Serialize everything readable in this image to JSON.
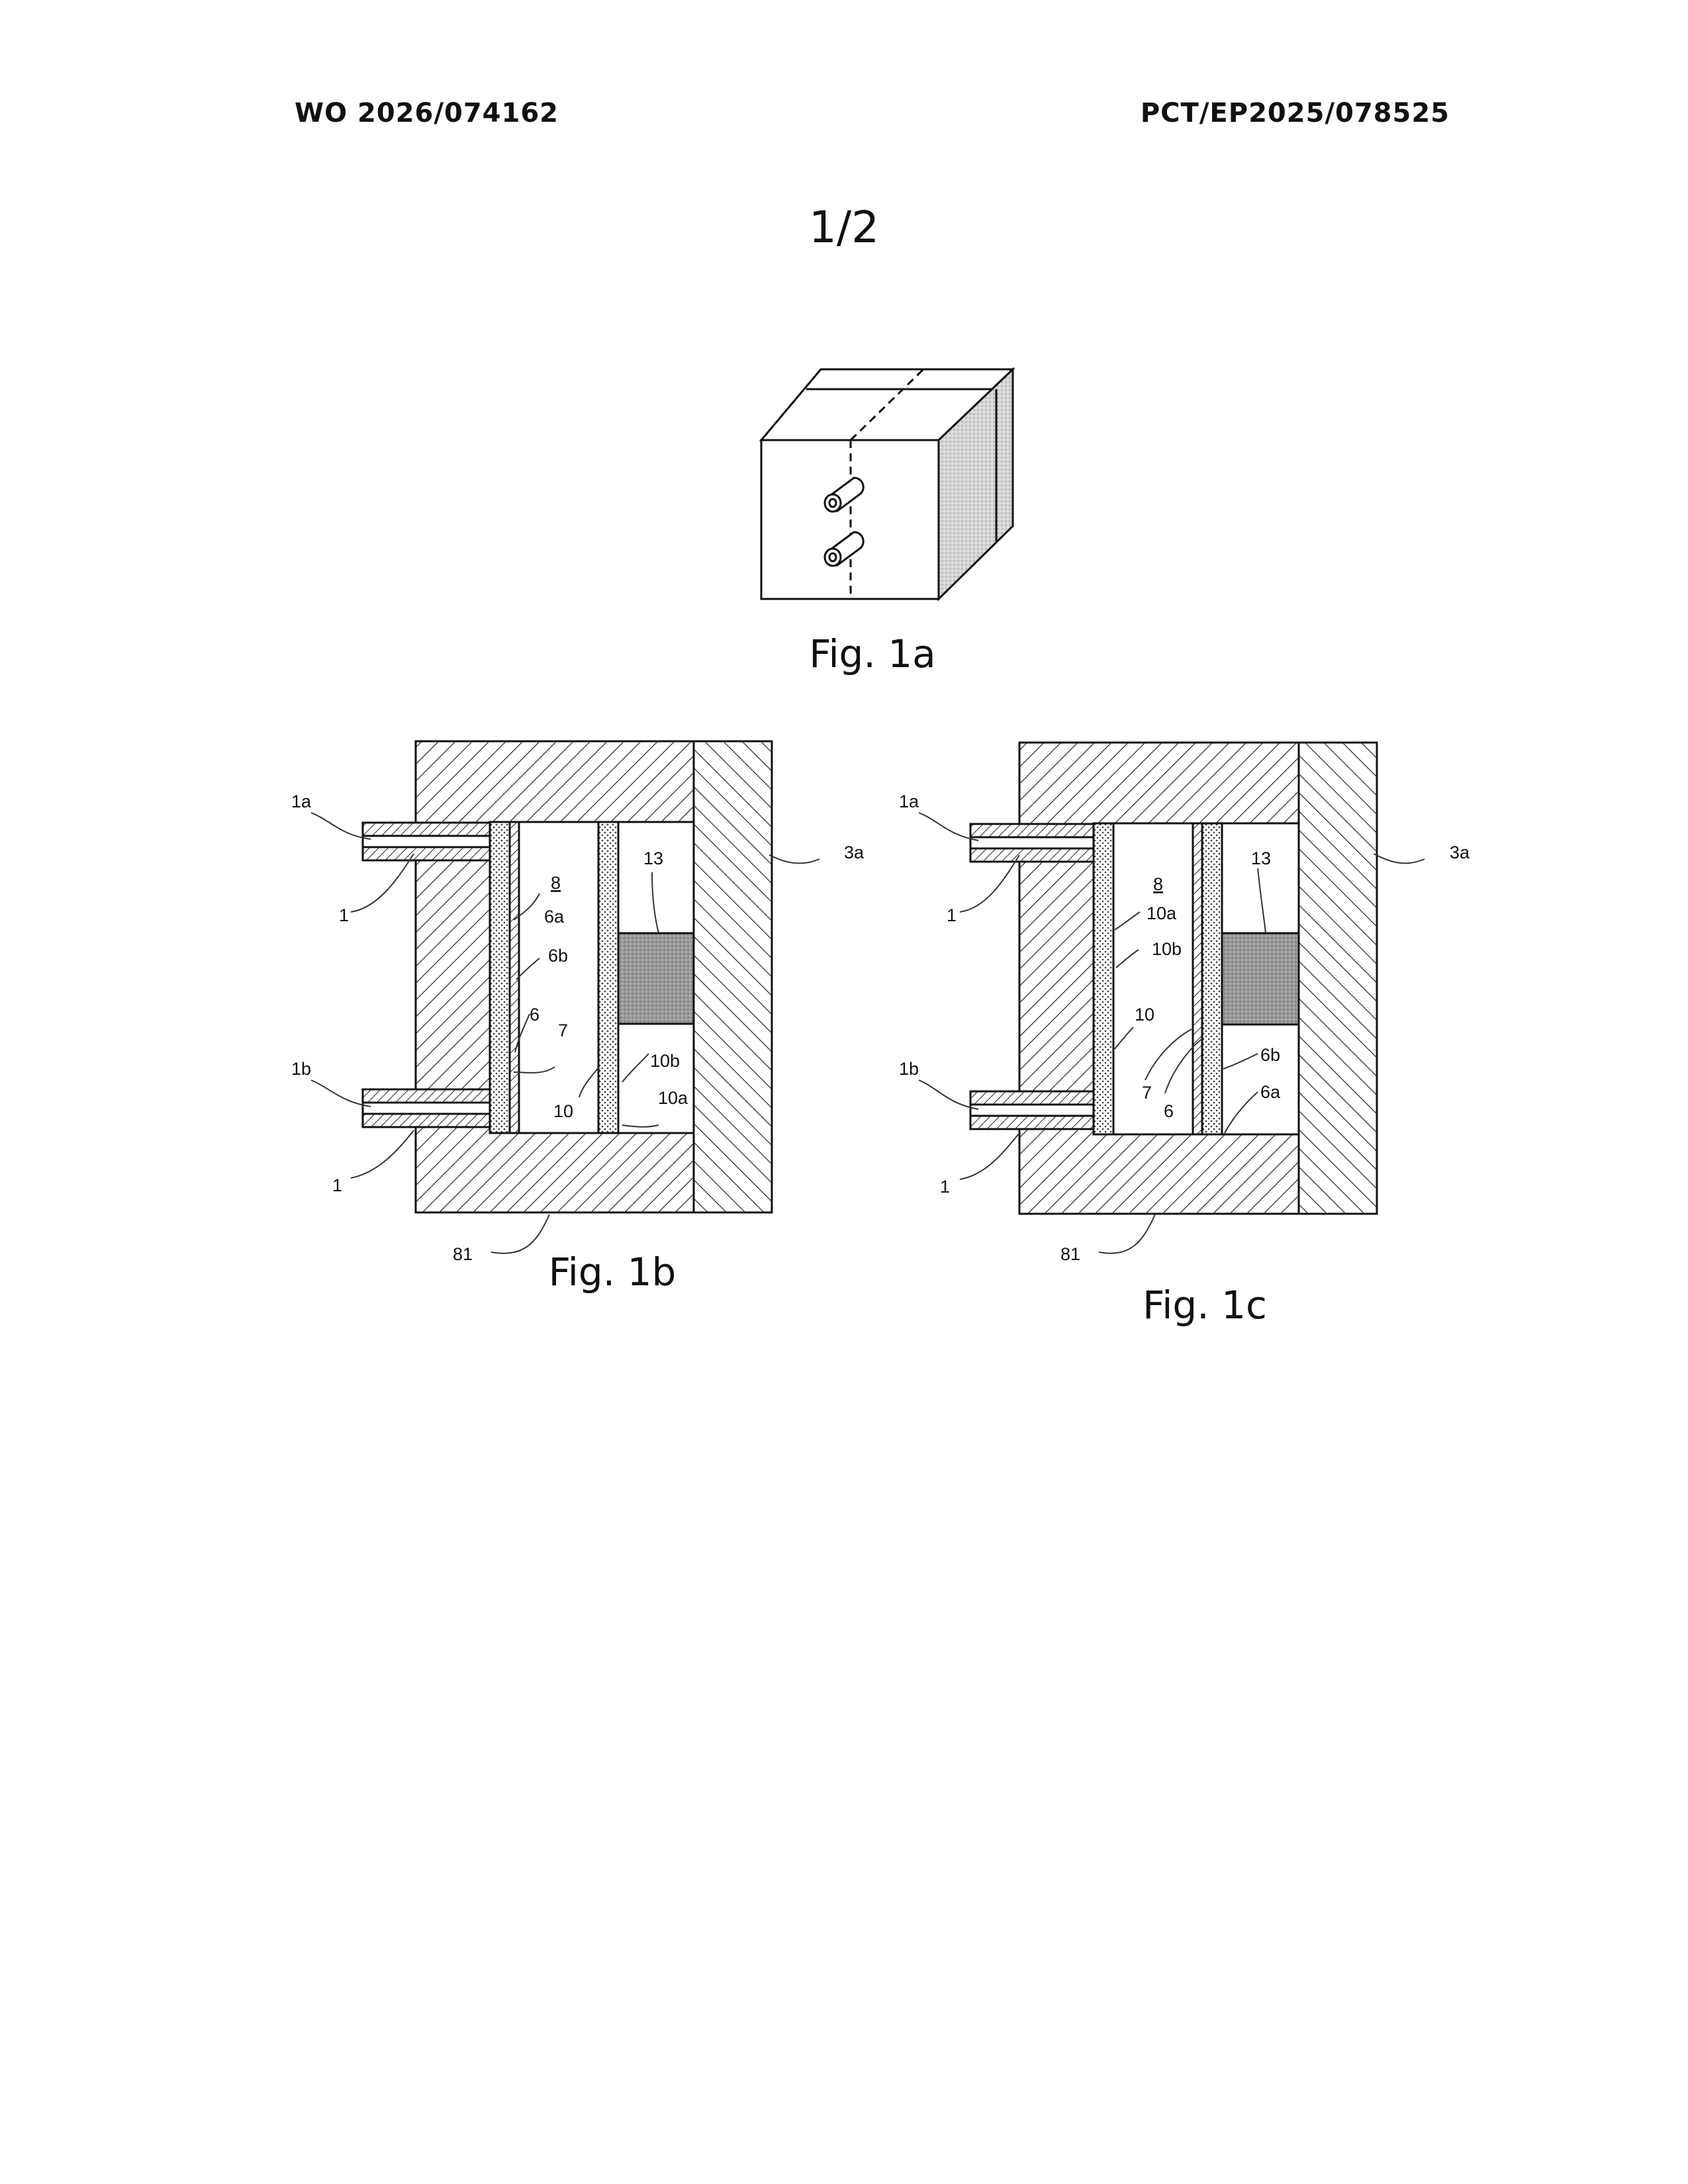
{
  "header": {
    "publication_number": "WO 2026/074162",
    "application_number": "PCT/EP2025/078525"
  },
  "sheet_number": "1/2",
  "figures": {
    "fig1a": {
      "caption": "Fig. 1a"
    },
    "fig1b": {
      "caption": "Fig. 1b",
      "labels": {
        "inlet_a": "1a",
        "inlet_b": "1b",
        "tube_upper": "1",
        "tube_lower": "1",
        "side_wall": "3a",
        "chamber": "8",
        "layer_6a": "6a",
        "layer_6b": "6b",
        "layer_6": "6",
        "layer_7": "7",
        "block": "13",
        "layer_10b": "10b",
        "layer_10": "10",
        "layer_10a": "10a",
        "base": "81"
      }
    },
    "fig1c": {
      "caption": "Fig. 1c",
      "labels": {
        "inlet_a": "1a",
        "inlet_b": "1b",
        "tube_upper": "1",
        "tube_lower": "1",
        "side_wall": "3a",
        "chamber": "8",
        "layer_10a": "10a",
        "layer_10b": "10b",
        "layer_10": "10",
        "layer_7": "7",
        "layer_6": "6",
        "block": "13",
        "layer_6b": "6b",
        "layer_6a": "6a",
        "base": "81"
      }
    }
  }
}
